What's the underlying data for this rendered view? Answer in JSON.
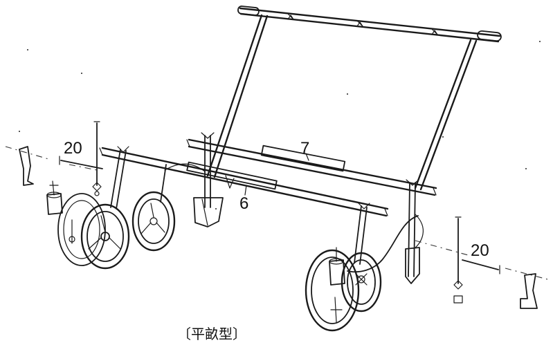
{
  "labels": {
    "part_20_left": "20",
    "part_7": "7",
    "part_6": "6",
    "part_20_right": "20"
  },
  "caption": "〔平畝型〕"
}
